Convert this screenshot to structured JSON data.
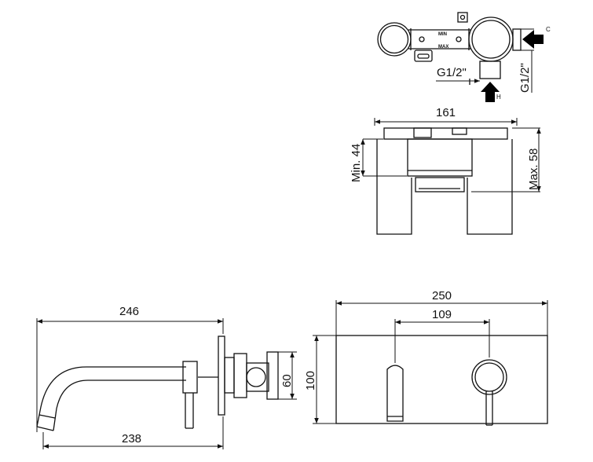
{
  "valve_body": {
    "label_min": "MIN",
    "label_max": "MAX",
    "inlet_cold": "C",
    "inlet_hot": "H",
    "thread_bottom": "G1/2\"",
    "thread_side": "G1/2\""
  },
  "top_view": {
    "width": "161",
    "min_depth": "Min. 44",
    "max_depth": "Max. 58"
  },
  "side_view": {
    "overall_length": "246",
    "spout_length": "238",
    "plate_height": "60"
  },
  "front_view": {
    "plate_width": "250",
    "center_distance": "109",
    "plate_height": "100"
  },
  "colors": {
    "line": "#111111",
    "arrow": "#000000",
    "background": "#ffffff"
  }
}
